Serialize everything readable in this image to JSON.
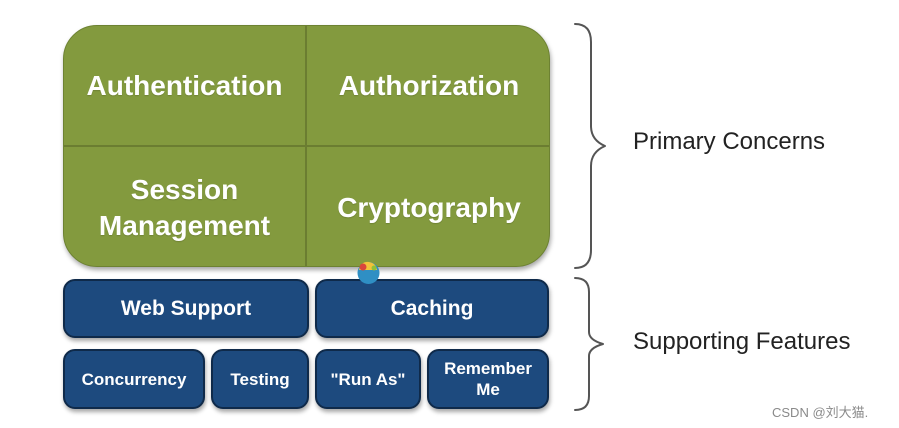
{
  "primary": {
    "cells": [
      "Authentication",
      "Authorization",
      "Session\nManagement",
      "Cryptography"
    ]
  },
  "supporting": {
    "row1": [
      "Web Support",
      "Caching"
    ],
    "row2": [
      "Concurrency",
      "Testing",
      "\"Run As\"",
      "Remember\nMe"
    ]
  },
  "labels": {
    "primary": "Primary Concerns",
    "supporting": "Supporting Features"
  },
  "watermark": "CSDN @刘大猫.",
  "colors": {
    "primary_fill": "#839a3e",
    "supporting_fill": "#1d4a7e"
  }
}
